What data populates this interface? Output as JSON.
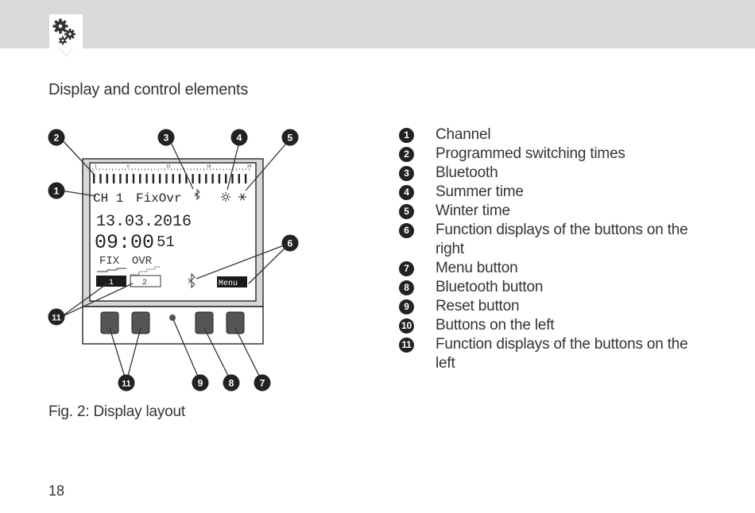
{
  "header": {
    "icon": "gears-icon"
  },
  "heading": "Display and control elements",
  "caption": "Fig. 2: Display layout",
  "page_number": "18",
  "legend": [
    {
      "num": "1",
      "text": "Channel"
    },
    {
      "num": "2",
      "text": "Programmed switching times"
    },
    {
      "num": "3",
      "text": "Bluetooth"
    },
    {
      "num": "4",
      "text": "Summer time"
    },
    {
      "num": "5",
      "text": "Winter time"
    },
    {
      "num": "6",
      "text": "Function displays of the buttons on the right"
    },
    {
      "num": "7",
      "text": "Menu button"
    },
    {
      "num": "8",
      "text": "Bluetooth button"
    },
    {
      "num": "9",
      "text": "Reset button"
    },
    {
      "num": "10",
      "text": "Buttons on the left"
    },
    {
      "num": "11",
      "text": "Function displays of the buttons on the left"
    }
  ],
  "display": {
    "scale_ticks": [
      "1",
      "6",
      "12",
      "18",
      "24"
    ],
    "channel": "CH 1",
    "mode": "FixOvr",
    "date": "13.03.2016",
    "time": "09:00",
    "seconds": "51",
    "fix_label": "FIX",
    "ovr_label": "OVR",
    "left_btn1": "1",
    "left_btn2": "2",
    "menu_label": "Menu"
  },
  "callouts": {
    "c1": "1",
    "c2": "2",
    "c3": "3",
    "c4": "4",
    "c5": "5",
    "c6": "6",
    "c7": "7",
    "c8": "8",
    "c9": "9",
    "c11a": "11",
    "c11b": "11"
  }
}
